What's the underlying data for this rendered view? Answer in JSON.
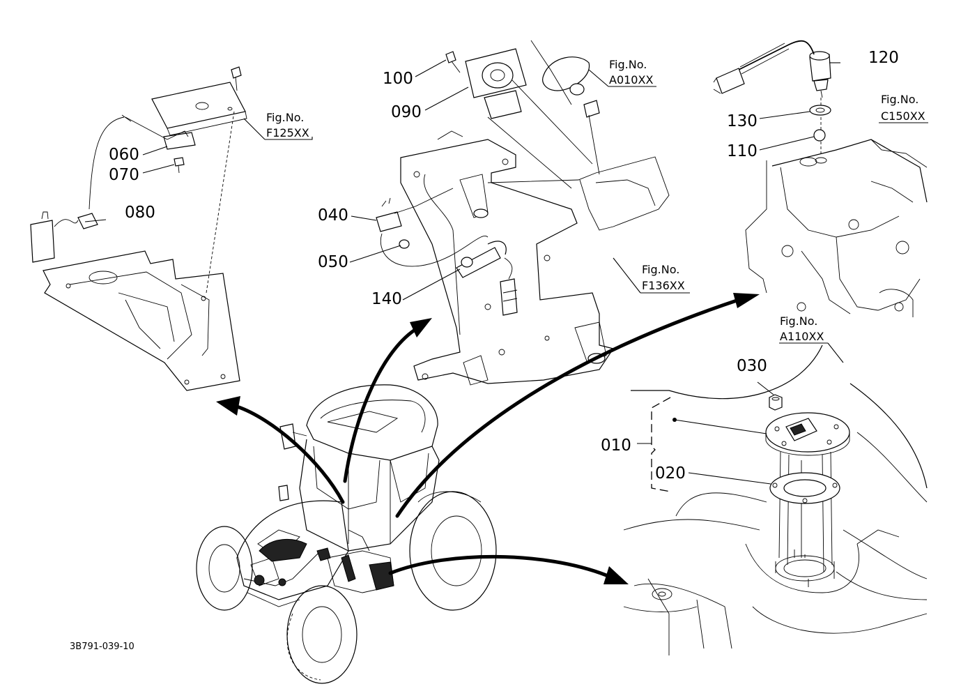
{
  "drawing_id": "3B791-039-10",
  "figure_refs": [
    {
      "id": "f125",
      "prefix": "Fig.No.",
      "code": "F125XX"
    },
    {
      "id": "a010",
      "prefix": "Fig.No.",
      "code": "A010XX"
    },
    {
      "id": "c150",
      "prefix": "Fig.No.",
      "code": "C150XX"
    },
    {
      "id": "f136",
      "prefix": "Fig.No.",
      "code": "F136XX"
    },
    {
      "id": "a110",
      "prefix": "Fig.No.",
      "code": "A110XX"
    }
  ],
  "parts": [
    {
      "id": "p010",
      "number": "010"
    },
    {
      "id": "p020",
      "number": "020"
    },
    {
      "id": "p030",
      "number": "030"
    },
    {
      "id": "p040",
      "number": "040"
    },
    {
      "id": "p050",
      "number": "050"
    },
    {
      "id": "p060",
      "number": "060"
    },
    {
      "id": "p070",
      "number": "070"
    },
    {
      "id": "p080",
      "number": "080"
    },
    {
      "id": "p090",
      "number": "090"
    },
    {
      "id": "p100",
      "number": "100"
    },
    {
      "id": "p110",
      "number": "110"
    },
    {
      "id": "p120",
      "number": "120"
    },
    {
      "id": "p130",
      "number": "130"
    },
    {
      "id": "p140",
      "number": "140"
    }
  ]
}
